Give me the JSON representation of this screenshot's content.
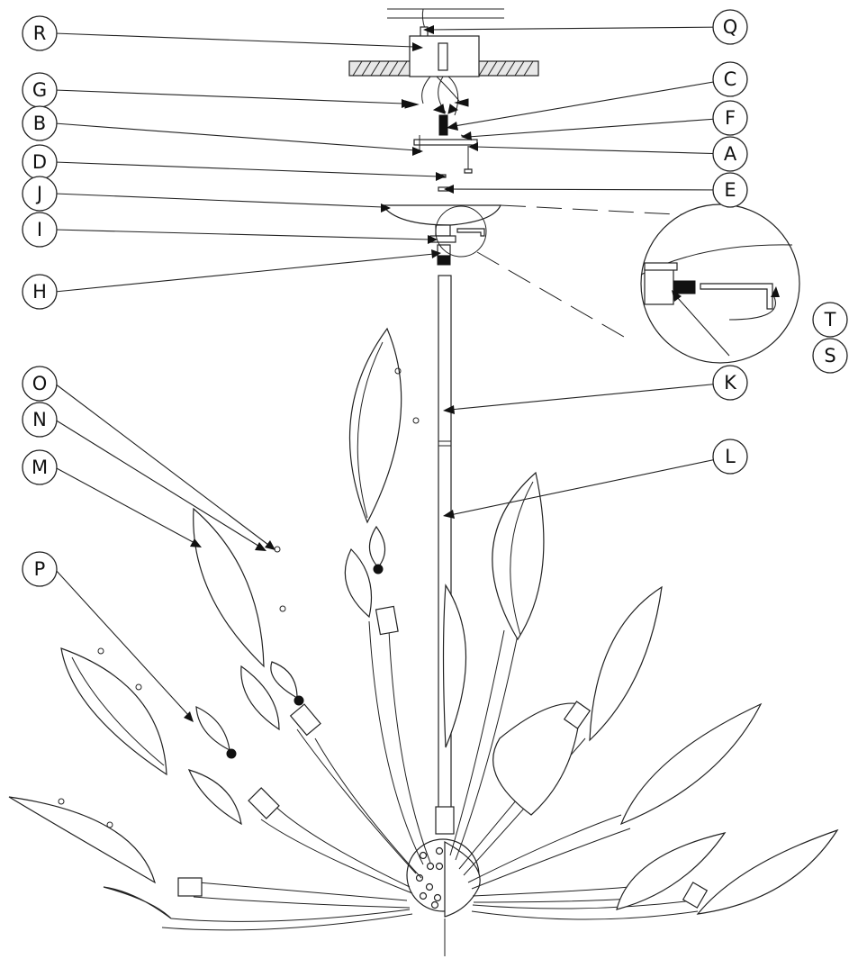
{
  "diagram": {
    "callouts": [
      {
        "id": "Q",
        "label": "Q"
      },
      {
        "id": "R",
        "label": "R"
      },
      {
        "id": "G",
        "label": "G"
      },
      {
        "id": "C",
        "label": "C"
      },
      {
        "id": "F",
        "label": "F"
      },
      {
        "id": "B",
        "label": "B"
      },
      {
        "id": "A",
        "label": "A"
      },
      {
        "id": "D",
        "label": "D"
      },
      {
        "id": "E",
        "label": "E"
      },
      {
        "id": "J",
        "label": "J"
      },
      {
        "id": "I",
        "label": "I"
      },
      {
        "id": "H",
        "label": "H"
      },
      {
        "id": "T",
        "label": "T"
      },
      {
        "id": "S",
        "label": "S"
      },
      {
        "id": "O",
        "label": "O"
      },
      {
        "id": "K",
        "label": "K"
      },
      {
        "id": "N",
        "label": "N"
      },
      {
        "id": "L",
        "label": "L"
      },
      {
        "id": "M",
        "label": "M"
      },
      {
        "id": "P",
        "label": "P"
      }
    ],
    "colors": {
      "line": "#222222",
      "fill": "#ffffff",
      "accent": "#111111"
    }
  }
}
